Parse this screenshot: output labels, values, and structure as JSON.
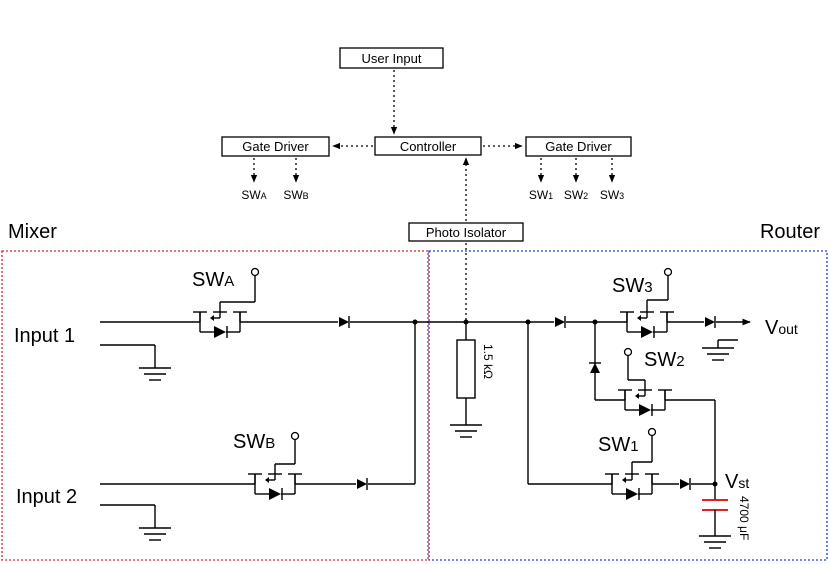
{
  "blocks": {
    "user_input": "User Input",
    "controller": "Controller",
    "gate_driver_left": "Gate Driver",
    "gate_driver_right": "Gate Driver",
    "photo_isolator": "Photo Isolator"
  },
  "signals": {
    "swa": {
      "main": "SW",
      "sub": "A"
    },
    "swb": {
      "main": "SW",
      "sub": "B"
    },
    "sw1": {
      "main": "SW",
      "sub": "1"
    },
    "sw2": {
      "main": "SW",
      "sub": "2"
    },
    "sw3": {
      "main": "SW",
      "sub": "3"
    }
  },
  "regions": {
    "mixer": {
      "label": "Mixer",
      "color": "#d62728"
    },
    "router": {
      "label": "Router",
      "color": "#1f3fd6"
    }
  },
  "circuit": {
    "input1": "Input 1",
    "input2": "Input 2",
    "resistor": "1.5 kΩ",
    "vout": {
      "main": "V",
      "sub": "out"
    },
    "vst": {
      "main": "V",
      "sub": "st"
    },
    "capacitor": "4700 μF",
    "capacitor_color": "#e00000",
    "switches": {
      "swa": {
        "main": "SW",
        "sub": "A"
      },
      "swb": {
        "main": "SW",
        "sub": "B"
      },
      "sw1": {
        "main": "SW",
        "sub": "1"
      },
      "sw2": {
        "main": "SW",
        "sub": "2"
      },
      "sw3": {
        "main": "SW",
        "sub": "3"
      }
    }
  }
}
